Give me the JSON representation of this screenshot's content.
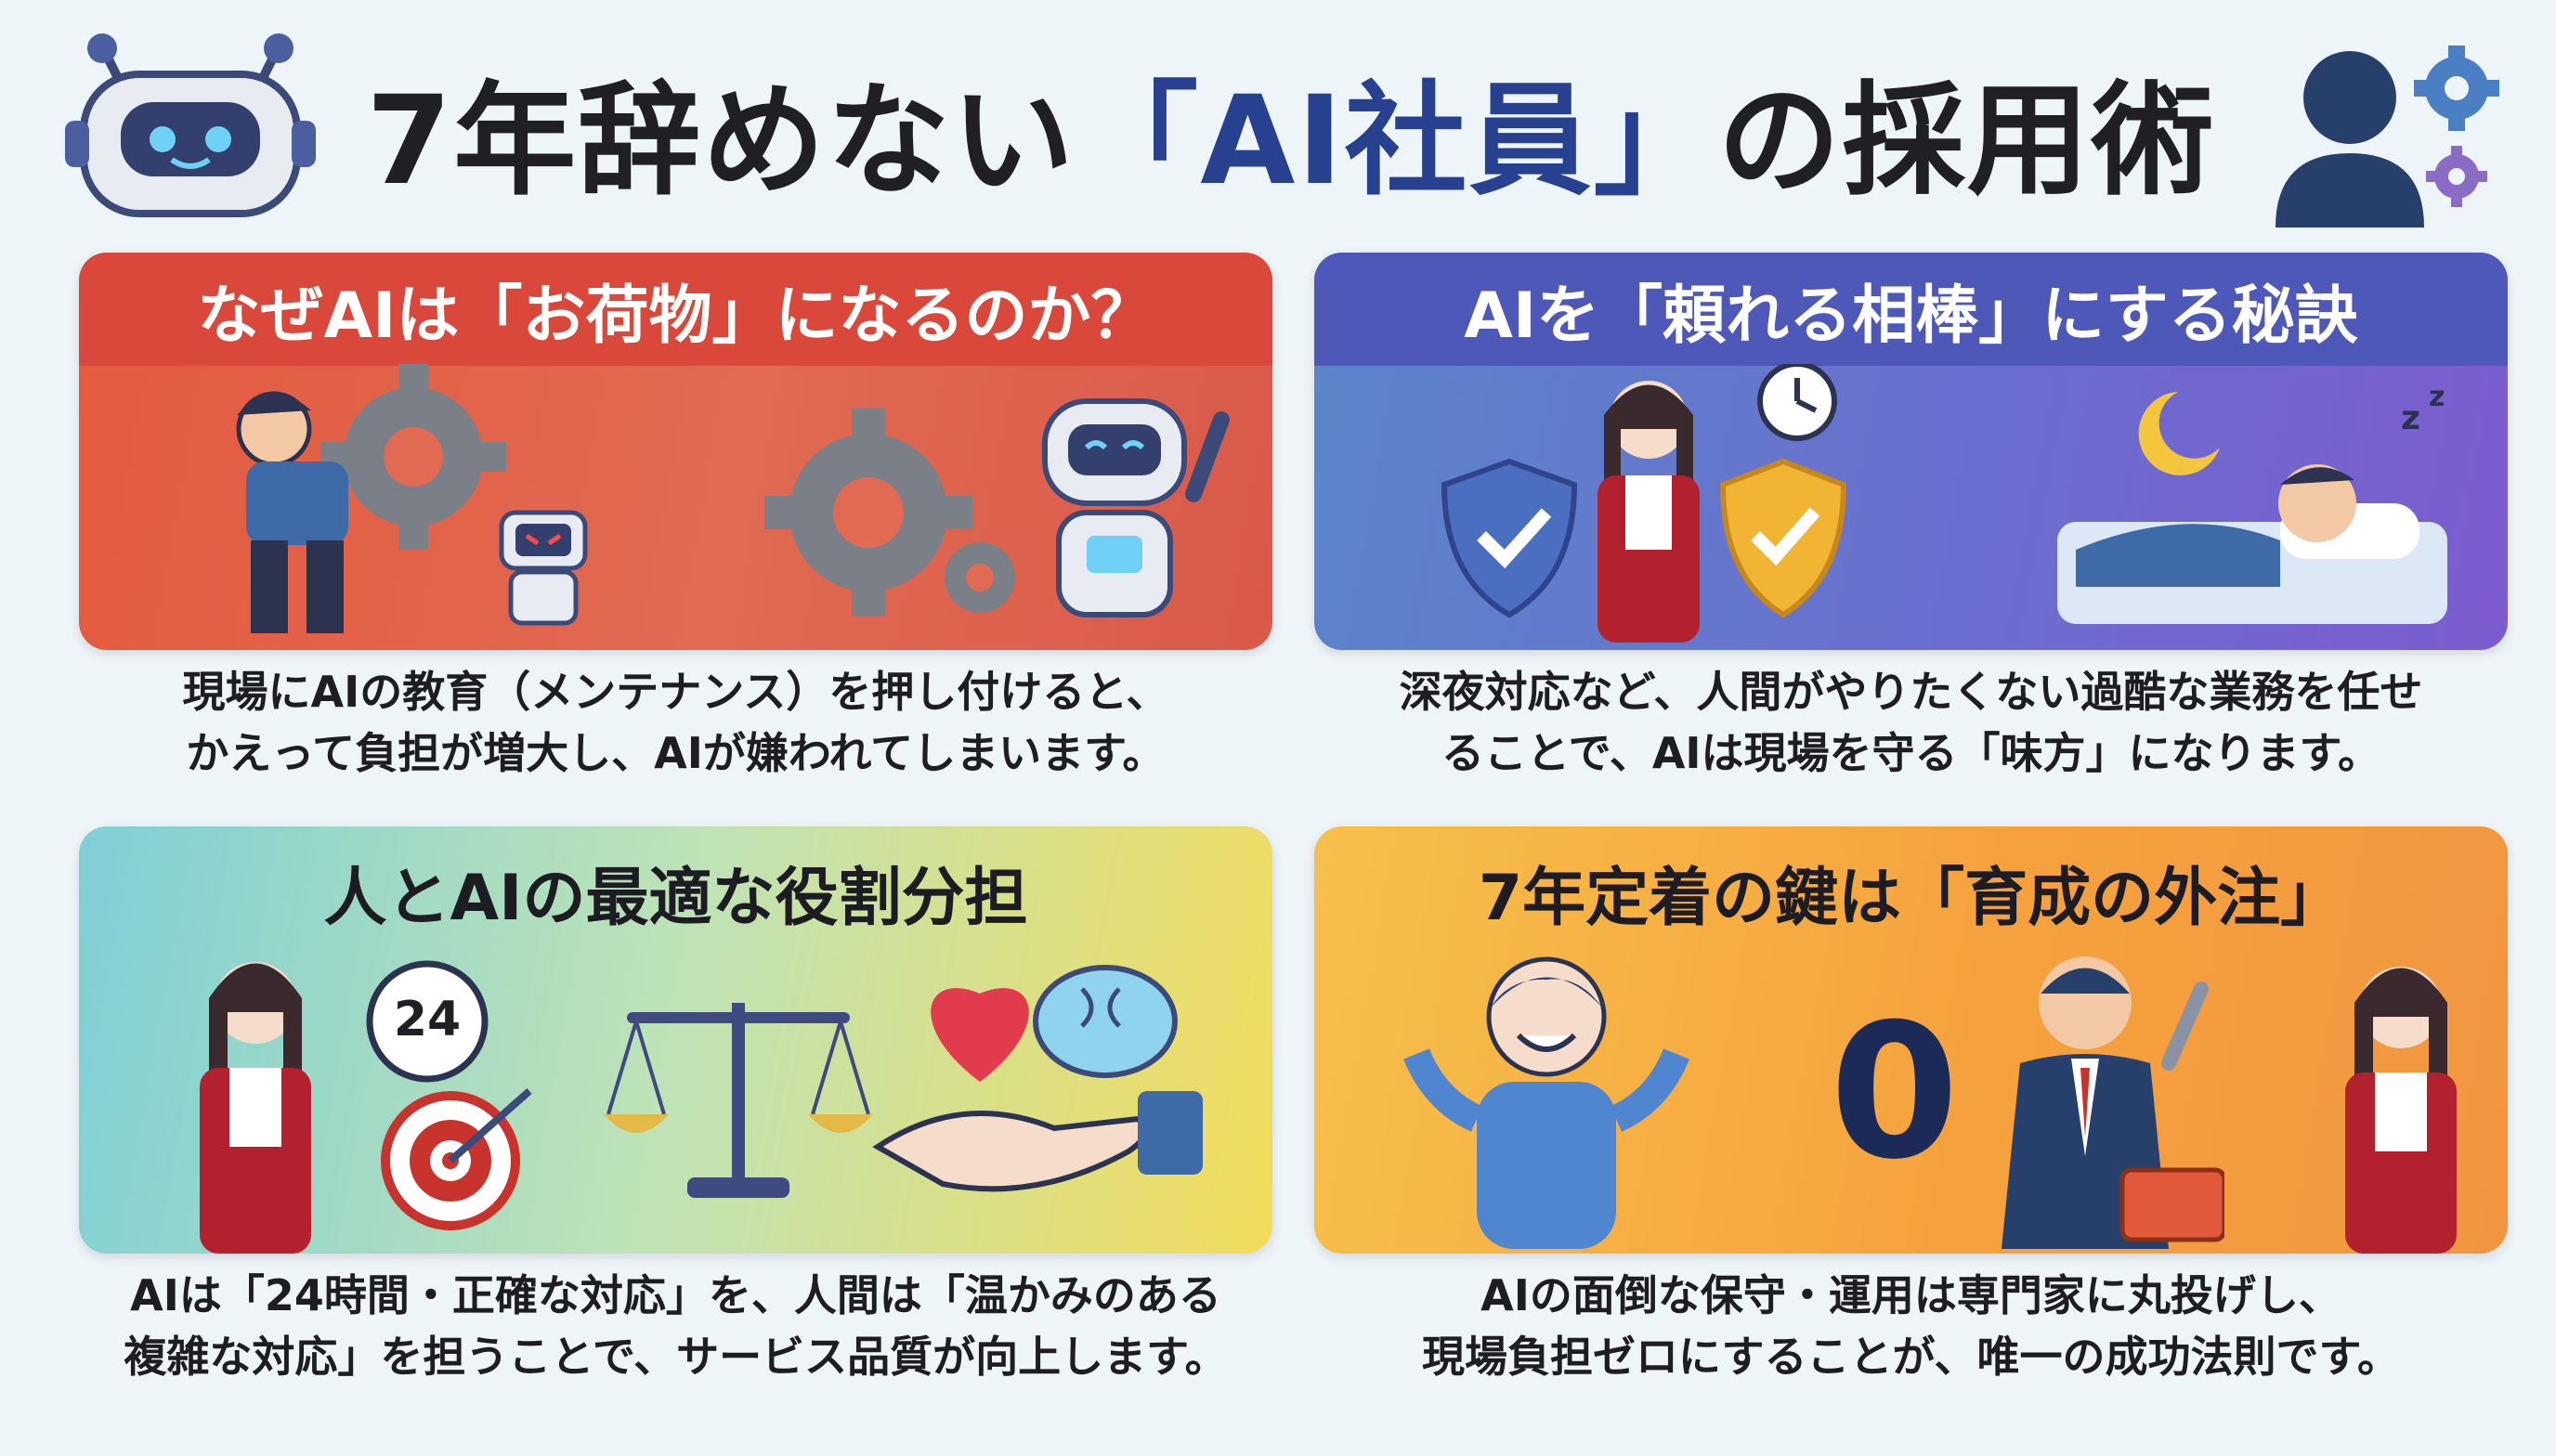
{
  "title": {
    "part1": "7年辞めない",
    "highlight": "「AI社員」",
    "part2": "の採用術"
  },
  "cards": [
    {
      "heading": "なぜAIは「お荷物」になるのか？",
      "description": [
        "現場にAIの教育（メンテナンス）を押し付けると、",
        "かえって負担が増大し、AIが嫌われてしまいます。"
      ]
    },
    {
      "heading": "AIを「頼れる相棒」にする秘訣",
      "description": [
        "深夜対応など、人間がやりたくない過酷な業務を任せ",
        "ることで、AIは現場を守る「味方」になります。"
      ]
    },
    {
      "heading": "人とAIの最適な役割分担",
      "badge": "24",
      "description": [
        "AIは「24時間・正確な対応」を、人間は「温かみのある",
        "複雑な対応」を担うことで、サービス品質が向上します。"
      ]
    },
    {
      "heading": "7年定着の鍵は「育成の外注」",
      "zero": "0",
      "description": [
        "AIの面倒な保守・運用は専門家に丸投げし、",
        "現場負担ゼロにすることが、唯一の成功法則です。"
      ]
    }
  ],
  "colors": {
    "card1": "#e0553d",
    "card2": "#5a63c4",
    "card3": "#9fd3c0",
    "card4": "#f4a43c",
    "title_accent": "#27408f"
  }
}
